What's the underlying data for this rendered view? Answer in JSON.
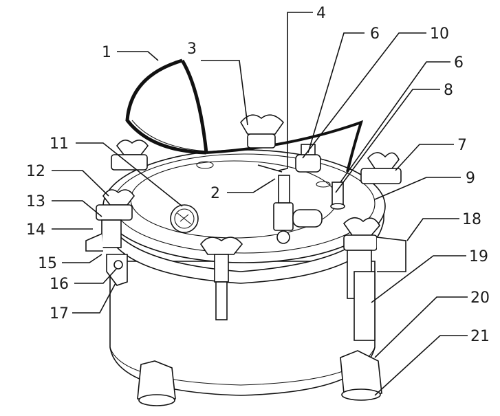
{
  "figure": {
    "callouts": [
      {
        "id": "1",
        "label": "1"
      },
      {
        "id": "2",
        "label": "2"
      },
      {
        "id": "3",
        "label": "3"
      },
      {
        "id": "4",
        "label": "4"
      },
      {
        "id": "6a",
        "label": "6"
      },
      {
        "id": "10",
        "label": "10"
      },
      {
        "id": "6b",
        "label": "6"
      },
      {
        "id": "8",
        "label": "8"
      },
      {
        "id": "7",
        "label": "7"
      },
      {
        "id": "9",
        "label": "9"
      },
      {
        "id": "11",
        "label": "11"
      },
      {
        "id": "12",
        "label": "12"
      },
      {
        "id": "13",
        "label": "13"
      },
      {
        "id": "14",
        "label": "14"
      },
      {
        "id": "15",
        "label": "15"
      },
      {
        "id": "16",
        "label": "16"
      },
      {
        "id": "17",
        "label": "17"
      },
      {
        "id": "18",
        "label": "18"
      },
      {
        "id": "19",
        "label": "19"
      },
      {
        "id": "20",
        "label": "20"
      },
      {
        "id": "21",
        "label": "21"
      }
    ]
  }
}
